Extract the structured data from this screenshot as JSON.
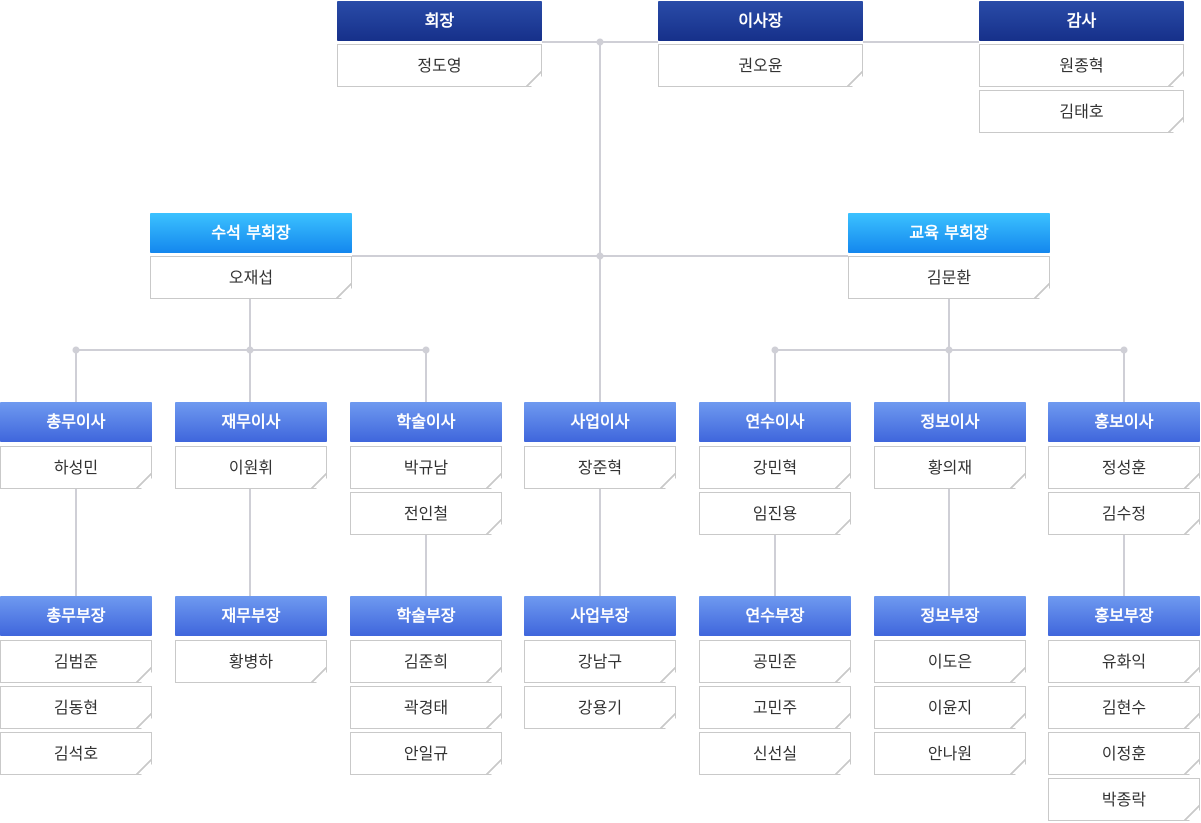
{
  "top": {
    "chairman": {
      "title": "회장",
      "names": [
        "정도영"
      ]
    },
    "board_chair": {
      "title": "이사장",
      "names": [
        "권오윤"
      ]
    },
    "auditors": {
      "title": "감사",
      "names": [
        "원종혁",
        "김태호"
      ]
    }
  },
  "vice": {
    "senior": {
      "title": "수석 부회장",
      "names": [
        "오재섭"
      ]
    },
    "education": {
      "title": "교육 부회장",
      "names": [
        "김문환"
      ]
    }
  },
  "directors": [
    {
      "title": "총무이사",
      "names": [
        "하성민"
      ]
    },
    {
      "title": "재무이사",
      "names": [
        "이원휘"
      ]
    },
    {
      "title": "학술이사",
      "names": [
        "박규남",
        "전인철"
      ]
    },
    {
      "title": "사업이사",
      "names": [
        "장준혁"
      ]
    },
    {
      "title": "연수이사",
      "names": [
        "강민혁",
        "임진용"
      ]
    },
    {
      "title": "정보이사",
      "names": [
        "황의재"
      ]
    },
    {
      "title": "홍보이사",
      "names": [
        "정성훈",
        "김수정"
      ]
    }
  ],
  "managers": [
    {
      "title": "총무부장",
      "names": [
        "김범준",
        "김동현",
        "김석호"
      ]
    },
    {
      "title": "재무부장",
      "names": [
        "황병하"
      ]
    },
    {
      "title": "학술부장",
      "names": [
        "김준희",
        "곽경태",
        "안일규"
      ]
    },
    {
      "title": "사업부장",
      "names": [
        "강남구",
        "강용기"
      ]
    },
    {
      "title": "연수부장",
      "names": [
        "공민준",
        "고민주",
        "신선실"
      ]
    },
    {
      "title": "정보부장",
      "names": [
        "이도은",
        "이윤지",
        "안나원"
      ]
    },
    {
      "title": "홍보부장",
      "names": [
        "유화익",
        "김현수",
        "이정훈",
        "박종락"
      ]
    }
  ],
  "colors": {
    "top_header": "#1f3f9c",
    "vice_header": "#1ea3f8",
    "dept_header": "#5580e6",
    "connector": "#cfcfd6"
  }
}
